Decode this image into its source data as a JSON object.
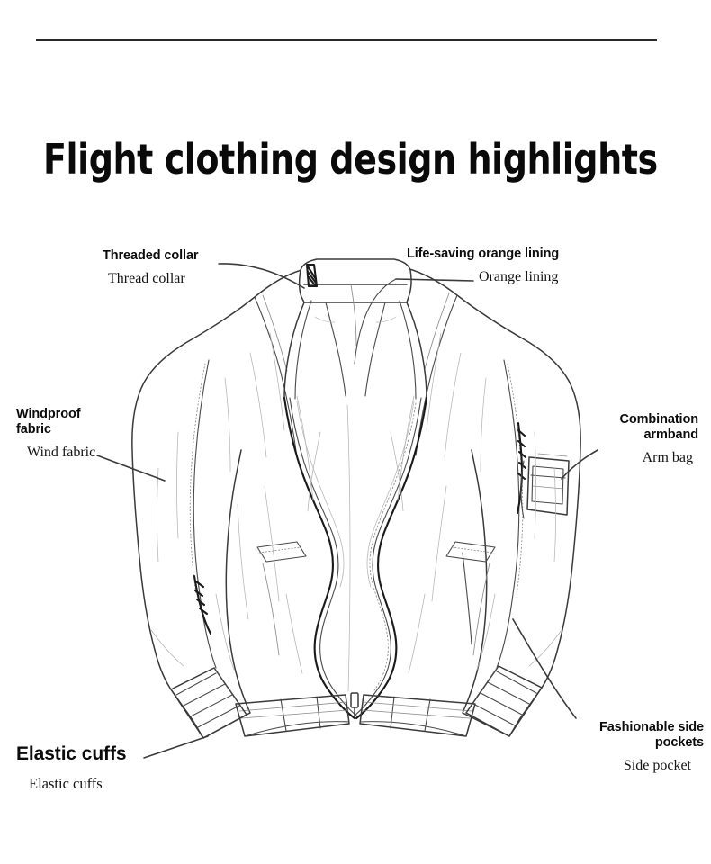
{
  "page": {
    "background_color": "#ffffff",
    "rule_color": "#2b2b2b",
    "text_color": "#0c0c0c"
  },
  "header": {
    "title": "Flight clothing design highlights"
  },
  "illustration": {
    "name": "bomber-flight-jacket-line-drawing",
    "alt": "Pencil line drawing of an open bomber flight jacket, front view",
    "stroke_color": "#3a3a3a",
    "fill_color": "#ffffff"
  },
  "callouts": [
    {
      "id": "threaded-collar",
      "caption": "Threaded collar",
      "subtitle": "Thread collar",
      "align": "left"
    },
    {
      "id": "orange-lining",
      "caption": "Life-saving orange lining",
      "subtitle": "Orange lining",
      "align": "left"
    },
    {
      "id": "windproof-fabric",
      "caption": "Windproof\nfabric",
      "subtitle": "Wind fabric",
      "align": "left"
    },
    {
      "id": "combination-armband",
      "caption": "Combination\narmband",
      "subtitle": "Arm bag",
      "align": "right"
    },
    {
      "id": "elastic-cuffs",
      "caption": "Elastic cuffs",
      "subtitle": "Elastic cuffs",
      "align": "left"
    },
    {
      "id": "fashionable-side-pockets",
      "caption": "Fashionable side\npockets",
      "subtitle": "Side pocket",
      "align": "right"
    }
  ]
}
